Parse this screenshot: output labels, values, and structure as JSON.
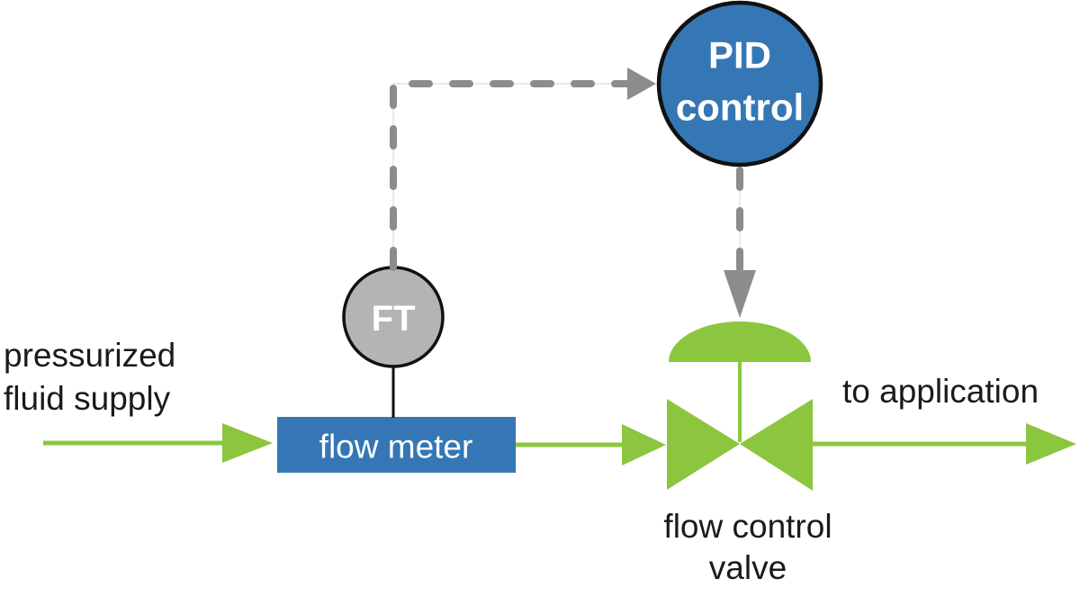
{
  "diagram": {
    "colors": {
      "blue": "#3577b5",
      "green": "#8cc63f",
      "dash_gray": "#8c8c8c",
      "dash_underlay": "#e4e4e4",
      "instrument_gray": "#b4b4b4",
      "outline": "#111111",
      "text": "#1a1a1a",
      "label_on_fill": "#ffffff",
      "background": "#ffffff"
    },
    "nodes": {
      "supply_label": {
        "line1": "pressurized",
        "line2": "fluid supply"
      },
      "flow_meter": {
        "label": "flow meter"
      },
      "flow_transmitter": {
        "label": "FT"
      },
      "pid_controller": {
        "line1": "PID",
        "line2": "control"
      },
      "valve_label": {
        "line1": "flow control",
        "line2": "valve"
      },
      "output_label": {
        "text": "to application"
      }
    }
  }
}
